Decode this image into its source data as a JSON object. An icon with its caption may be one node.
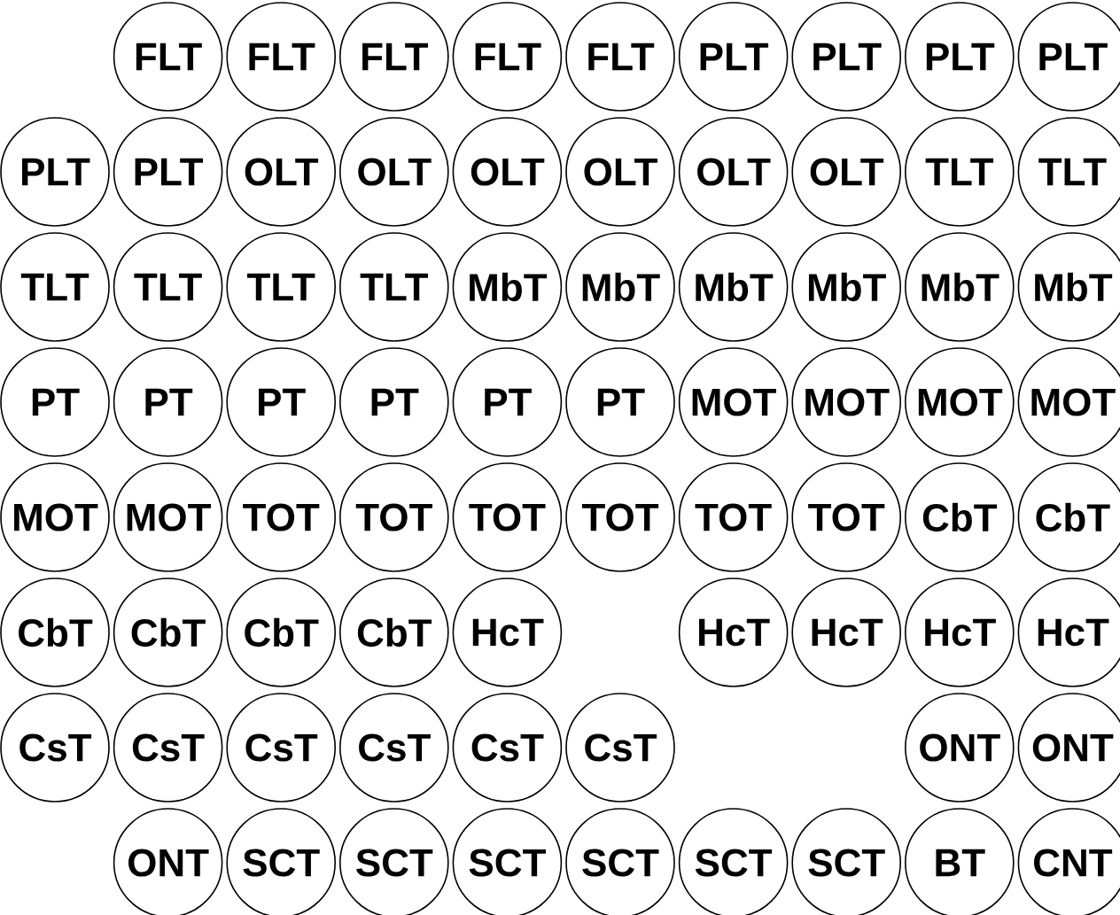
{
  "diagram": {
    "nodes": [
      {
        "text": [
          "FLT"
        ]
      },
      {
        "text": [
          "FLT"
        ]
      },
      {
        "text": [
          "FLT"
        ]
      },
      {
        "text": [
          "FLT"
        ]
      },
      {
        "text": [
          "FLT"
        ]
      },
      {
        "text": [
          "PLT"
        ]
      },
      {
        "text": [
          "PLT"
        ]
      },
      {
        "text": [
          "PLT"
        ]
      },
      {
        "text": [
          "PLT"
        ]
      },
      {
        "text": [
          "PLT"
        ]
      },
      {
        "text": [
          "PLT"
        ]
      },
      {
        "text": [
          "OLT"
        ]
      },
      {
        "text": [
          "OLT"
        ]
      },
      {
        "text": [
          "OLT"
        ]
      },
      {
        "text": [
          "OLT"
        ]
      },
      {
        "text": [
          "OLT"
        ]
      },
      {
        "text": [
          "OLT"
        ]
      },
      {
        "text": [
          "TLT"
        ]
      },
      {
        "text": [
          "TLT"
        ]
      },
      {
        "text": [
          "TLT"
        ]
      },
      {
        "text": [
          "TLT"
        ]
      },
      {
        "text": [
          "TLT"
        ]
      },
      {
        "text": [
          "TLT"
        ]
      },
      {
        "text": [
          "MbT"
        ]
      },
      {
        "text": [
          "MbT"
        ]
      },
      {
        "text": [
          "MbT"
        ]
      },
      {
        "text": [
          "MbT"
        ]
      },
      {
        "text": [
          "MbT"
        ]
      },
      {
        "text": [
          "MbT"
        ]
      },
      {
        "text": [
          "PT"
        ]
      },
      {
        "text": [
          "PT"
        ]
      },
      {
        "text": [
          "PT"
        ]
      },
      {
        "text": [
          "PT"
        ]
      },
      {
        "text": [
          "PT"
        ]
      },
      {
        "text": [
          "PT"
        ]
      },
      {
        "text": [
          "MOT"
        ]
      },
      {
        "text": [
          "MOT"
        ]
      },
      {
        "text": [
          "MOT"
        ]
      },
      {
        "text": [
          "MOT"
        ]
      },
      {
        "text": [
          "MOT"
        ]
      },
      {
        "text": [
          "MOT"
        ]
      },
      {
        "text": [
          "TOT"
        ]
      },
      {
        "text": [
          "TOT"
        ]
      },
      {
        "text": [
          "TOT"
        ]
      },
      {
        "text": [
          "TOT"
        ]
      },
      {
        "text": [
          "TOT"
        ]
      },
      {
        "text": [
          "TOT"
        ]
      },
      {
        "text": [
          "CbT"
        ]
      },
      {
        "text": [
          "CbT"
        ]
      },
      {
        "text": [
          "CbT"
        ]
      },
      {
        "text": [
          "CbT"
        ]
      },
      {
        "text": [
          "CbT"
        ]
      },
      {
        "text": [
          "CbT"
        ]
      },
      {
        "text": [
          "HcT"
        ]
      },
      {
        "text": [
          "HcT"
        ]
      },
      {
        "text": [
          "HcT"
        ]
      },
      {
        "text": [
          "HcT"
        ]
      },
      {
        "text": [
          "HcT"
        ]
      },
      {
        "text": [
          "CsT"
        ]
      },
      {
        "text": [
          "CsT"
        ]
      },
      {
        "text": [
          "CsT"
        ]
      },
      {
        "text": [
          "CsT"
        ]
      },
      {
        "text": [
          "CsT"
        ]
      },
      {
        "text": [
          "CsT"
        ]
      },
      {
        "text": [
          "ONT"
        ]
      },
      {
        "text": [
          "ONT"
        ]
      },
      {
        "text": [
          "ONT"
        ]
      },
      {
        "text": [
          "SCT"
        ]
      },
      {
        "text": [
          "SCT"
        ]
      },
      {
        "text": [
          "SCT"
        ]
      },
      {
        "text": [
          "SCT"
        ]
      },
      {
        "text": [
          "SCT"
        ]
      },
      {
        "text": [
          "SCT"
        ]
      },
      {
        "text": [
          "BT"
        ]
      },
      {
        "text": [
          "CNT"
        ]
      }
    ]
  }
}
